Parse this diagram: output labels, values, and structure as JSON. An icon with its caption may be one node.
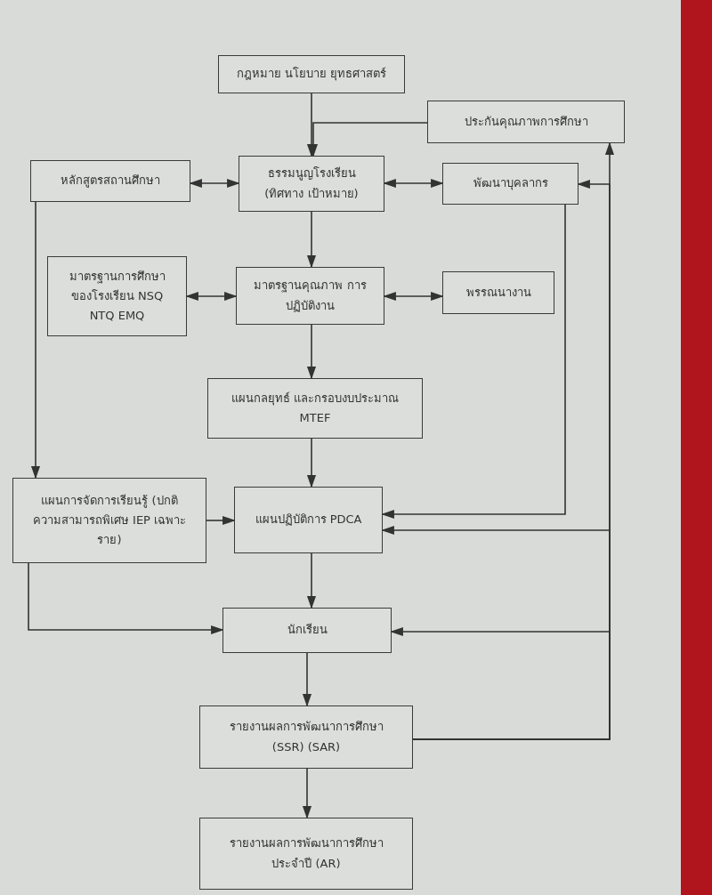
{
  "diagram": {
    "nodes": [
      {
        "text": [
          "กฎหมาย นโยบาย ยุทธศาสตร์"
        ]
      },
      {
        "text": [
          "ประกันคุณภาพการศึกษา"
        ]
      },
      {
        "text": [
          "หลักสูตรสถานศึกษา"
        ]
      },
      {
        "text": [
          "ธรรมนูญโรงเรียน (ทิศทาง เป้าหมาย)"
        ]
      },
      {
        "text": [
          "พัฒนาบุคลากร"
        ]
      },
      {
        "text": [
          "มาตรฐานการศึกษา ของโรงเรียน NSQ NTQ EMQ"
        ]
      },
      {
        "text": [
          "มาตรฐานคุณภาพ การปฏิบัติงาน"
        ]
      },
      {
        "text": [
          "พรรณนางาน"
        ]
      },
      {
        "text": [
          "แผนกลยุทธ์ และกรอบงบประมาณ MTEF"
        ]
      },
      {
        "text": [
          "แผนการจัดการเรียนรู้ (ปกติ ความสามารถพิเศษ IEP เฉพาะราย)"
        ]
      },
      {
        "text": [
          "แผนปฏิบัติการ PDCA"
        ]
      },
      {
        "text": [
          "นักเรียน"
        ]
      },
      {
        "text": [
          "รายงานผลการพัฒนาการศึกษา (SSR) (SAR)"
        ]
      },
      {
        "text": [
          "รายงานผลการพัฒนาการศึกษา ประจำปี (AR)"
        ]
      }
    ],
    "edges": [
      {
        "from": 0,
        "to": 3,
        "arrow": "to"
      },
      {
        "from": 1,
        "to": 3,
        "arrow": "to"
      },
      {
        "from": 2,
        "to": 3,
        "arrow": "both"
      },
      {
        "from": 3,
        "to": 4,
        "arrow": "both"
      },
      {
        "from": 3,
        "to": 6,
        "arrow": "to"
      },
      {
        "from": 5,
        "to": 6,
        "arrow": "both"
      },
      {
        "from": 6,
        "to": 7,
        "arrow": "both"
      },
      {
        "from": 6,
        "to": 8,
        "arrow": "to"
      },
      {
        "from": 8,
        "to": 10,
        "arrow": "to"
      },
      {
        "from": 2,
        "to": 9,
        "arrow": "to"
      },
      {
        "from": 9,
        "to": 10,
        "arrow": "to"
      },
      {
        "from": 4,
        "to": 10,
        "arrow": "to"
      },
      {
        "from": 10,
        "to": 11,
        "arrow": "to"
      },
      {
        "from": 9,
        "to": 11,
        "arrow": "to"
      },
      {
        "from": 11,
        "to": 12,
        "arrow": "to"
      },
      {
        "from": 12,
        "to": 13,
        "arrow": "to"
      },
      {
        "from": 12,
        "to": 1,
        "arrow": "to"
      },
      {
        "from": 12,
        "to": 4,
        "arrow": "to"
      },
      {
        "from": 12,
        "to": 10,
        "arrow": "to"
      },
      {
        "from": 12,
        "to": 11,
        "arrow": "to"
      }
    ]
  }
}
